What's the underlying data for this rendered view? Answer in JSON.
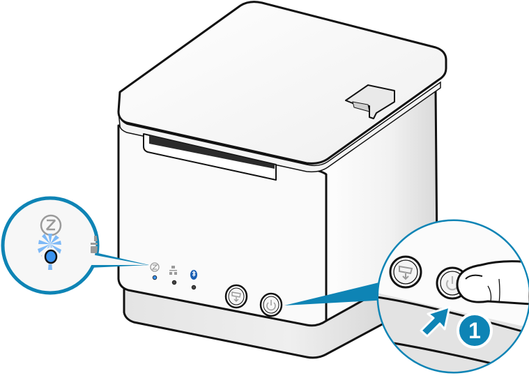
{
  "illustration": {
    "subject": "Thermal receipt printer (front view, power-on step)",
    "colors": {
      "outline": "#111111",
      "body_white": "#ffffff",
      "body_shade": "#e6e6e6",
      "callout_blue": "#0e84b5",
      "led_blue": "#3a93f0",
      "led_blink_rays": "#7db9f7",
      "led_off": "#444444",
      "icon_grey": "#9a9a9a",
      "paper_slot": "#2b2b2b"
    }
  },
  "printer": {
    "indicators": [
      {
        "name": "power",
        "icon": "power-status-icon",
        "led_state": "blinking-blue"
      },
      {
        "name": "network",
        "icon": "network-icon",
        "led_state": "off"
      },
      {
        "name": "bluetooth",
        "icon": "bluetooth-icon",
        "led_state": "off"
      }
    ],
    "buttons": [
      {
        "name": "feed",
        "icon": "paper-feed-icon"
      },
      {
        "name": "power",
        "icon": "power-icon"
      }
    ]
  },
  "callouts": {
    "left": {
      "shows": "power LED blinking blue"
    },
    "right": {
      "shows": "finger pressing power button",
      "step_number": "1"
    }
  }
}
